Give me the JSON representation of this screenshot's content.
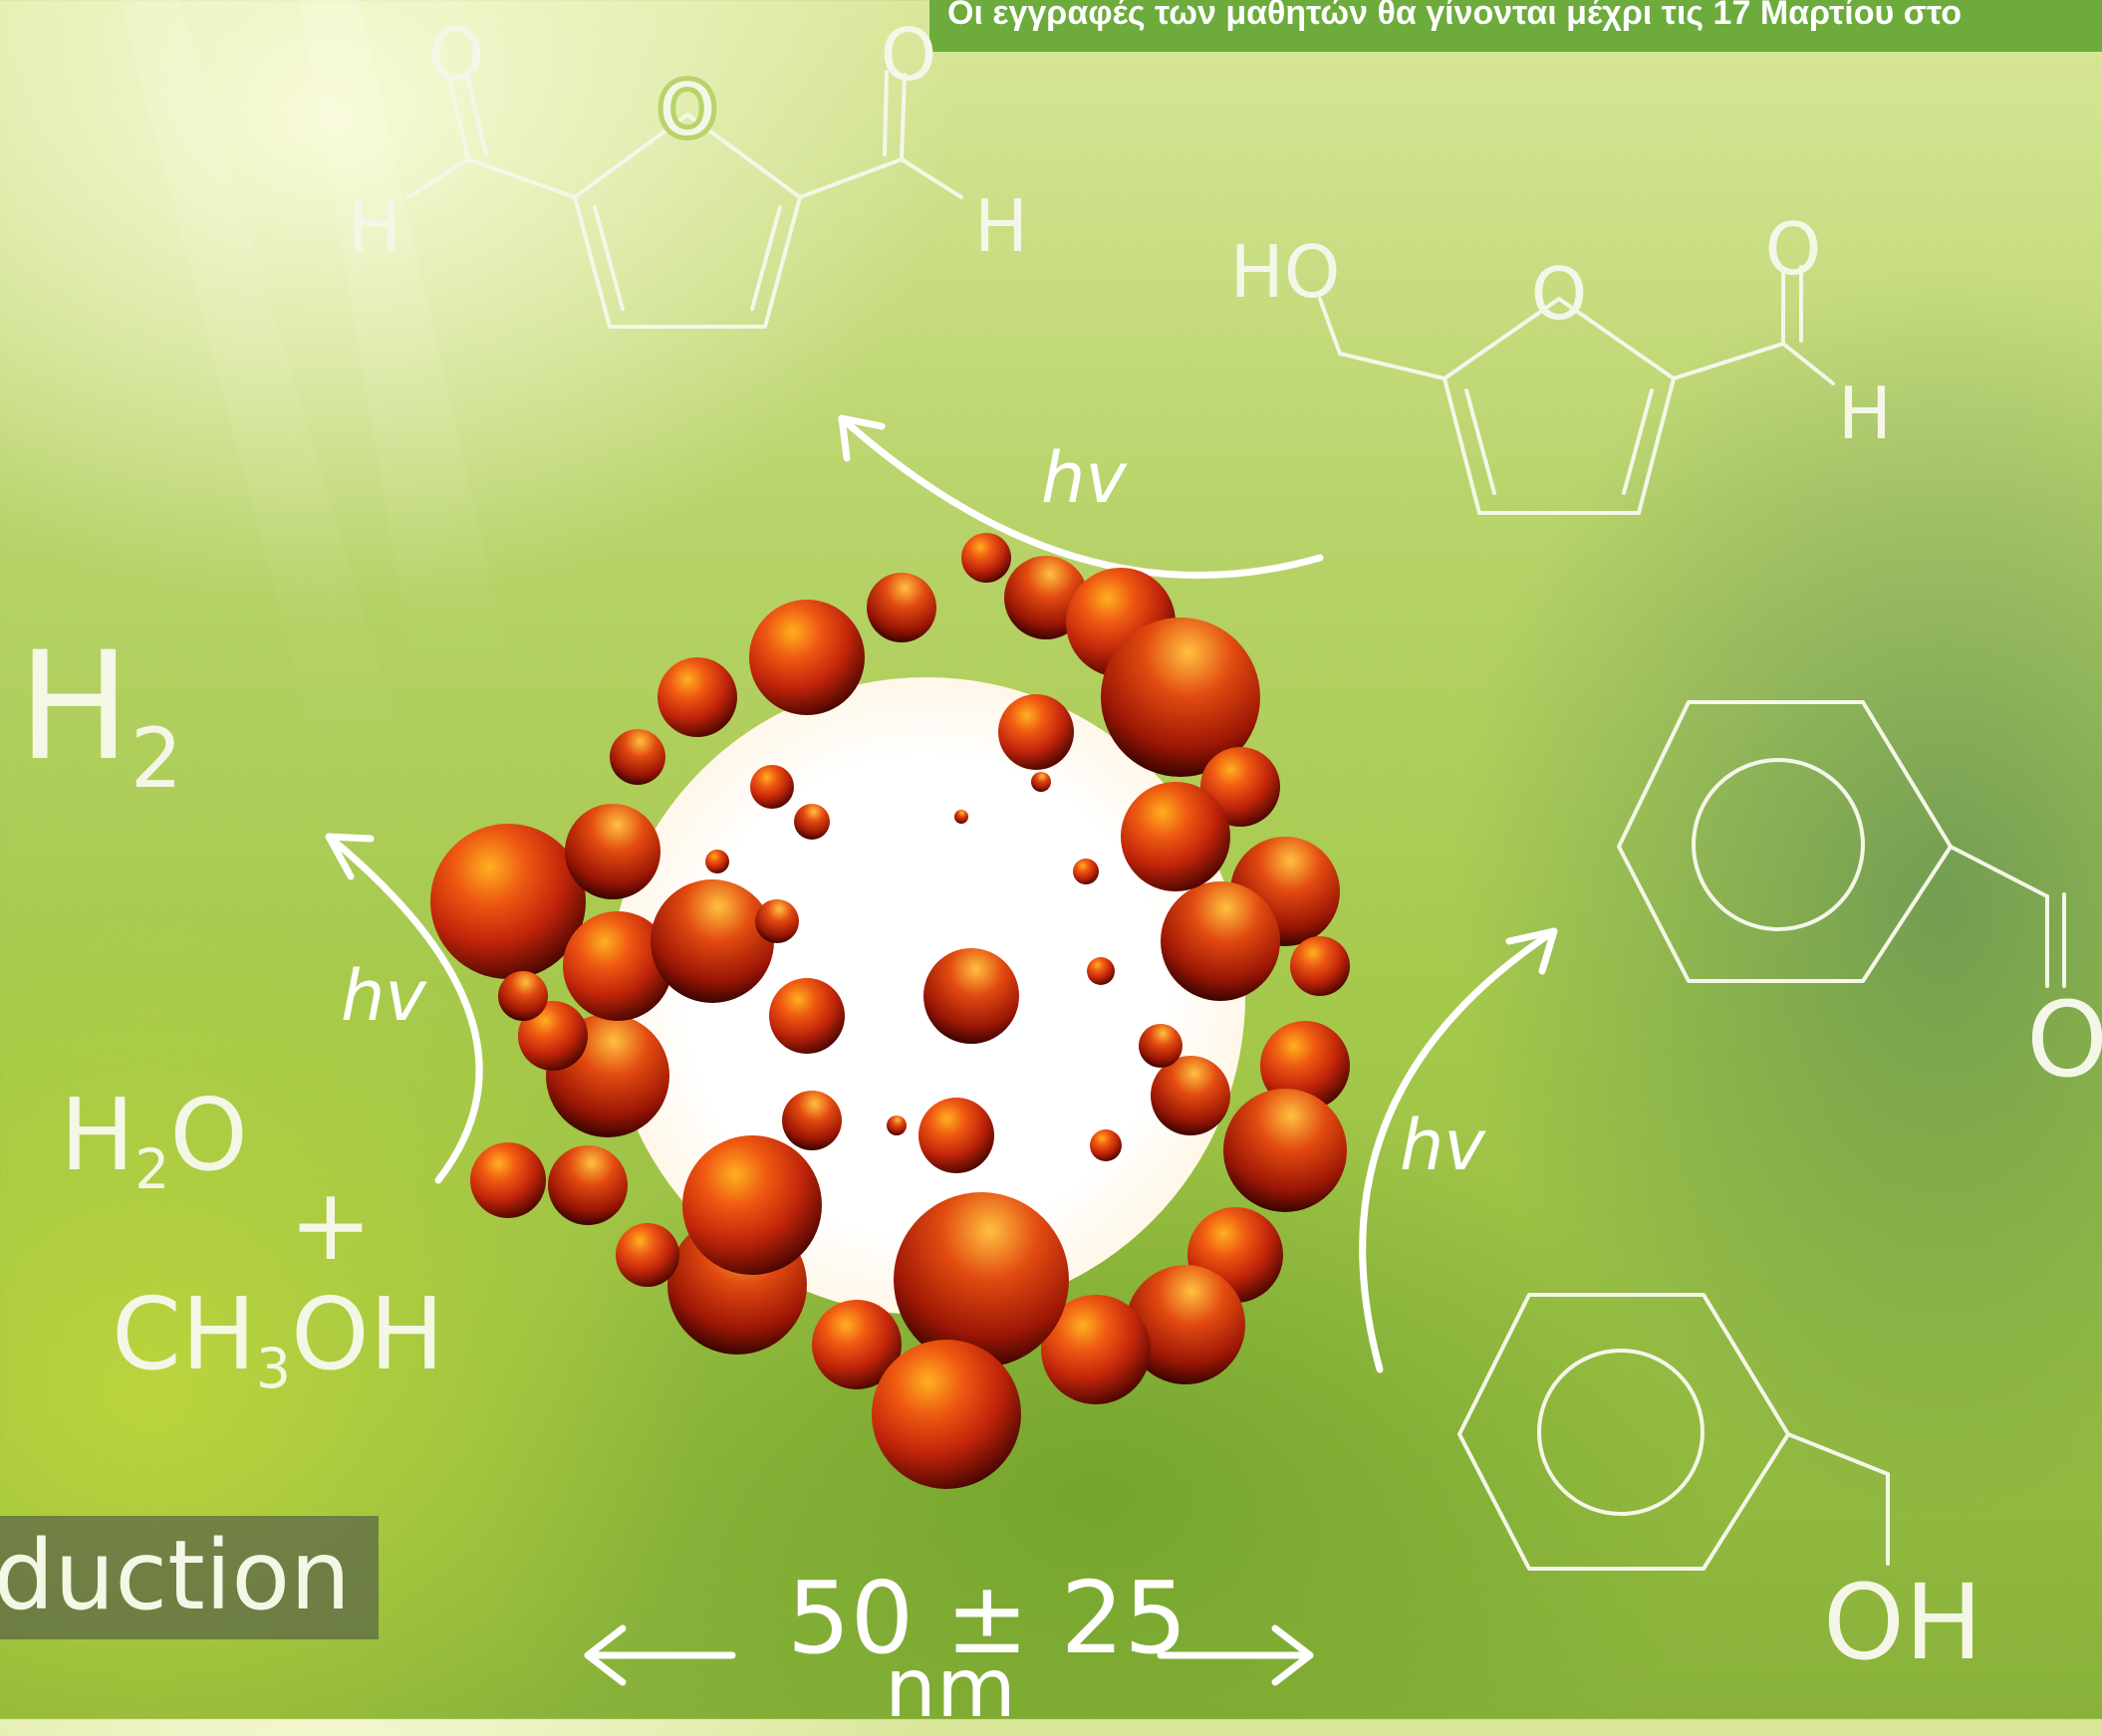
{
  "banner": {
    "text": "Οι εγγραφές των μαθητών θα γίνονται μέχρι τις 17 Μαρτίου στο"
  },
  "labels": {
    "h2": {
      "main": "H",
      "sub": "2"
    },
    "water": {
      "main": "H",
      "sub": "2",
      "tail": "O"
    },
    "plus": "+",
    "methanol": {
      "main": "CH",
      "sub": "3",
      "tail": "OH"
    },
    "hv_top": "hv",
    "hv_left": "hv",
    "hv_right": "hv",
    "caption": "oduction",
    "size_value": "50 ± 25",
    "size_unit": "nm"
  },
  "molecules": {
    "dff": {
      "atoms": [
        "O",
        "O",
        "O",
        "H",
        "H"
      ]
    },
    "hmf": {
      "atoms": [
        "HO",
        "O",
        "O",
        "H"
      ]
    },
    "benzaldehyde": {
      "atoms": [
        "O"
      ]
    },
    "benzyl_alcohol": {
      "atoms": [
        "OH"
      ]
    }
  },
  "colors": {
    "banner": "#6cab3c",
    "particle_dark": "#8a1205",
    "particle_mid": "#d8360e",
    "particle_light": "#ffb020"
  }
}
